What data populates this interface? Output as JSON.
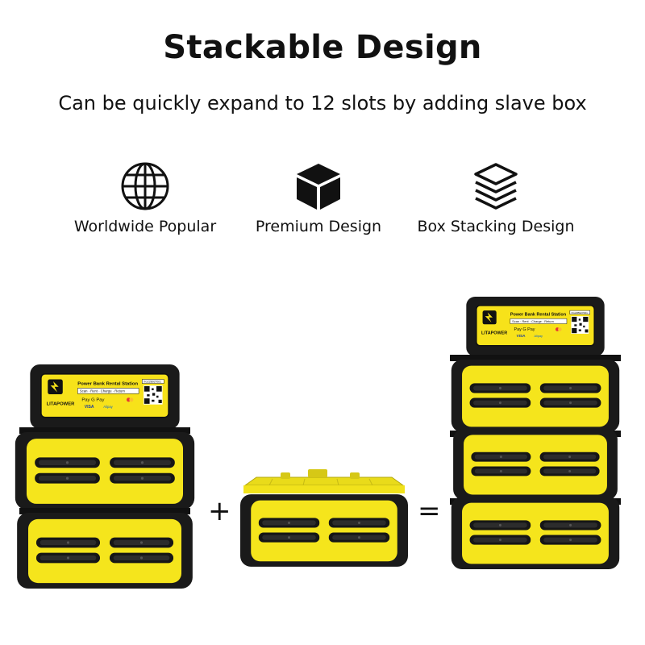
{
  "title": "Stackable Design",
  "subtitle": "Can be quickly expand to 12 slots by adding slave box",
  "features": [
    {
      "icon": "globe-icon",
      "label": "Worldwide Popular"
    },
    {
      "icon": "cube-icon",
      "label": "Premium Design"
    },
    {
      "icon": "layers-icon",
      "label": "Box Stacking Design"
    }
  ],
  "station": {
    "brand": "LITAPOWER",
    "heading": "Power Bank Rental Station",
    "steps": "Scan · Rent · Charge · Return",
    "serial": "XG22B927001",
    "payments": [
      "Pay",
      "G Pay",
      "VISA",
      "Alipay"
    ]
  },
  "operators": {
    "plus": "+",
    "equals": "="
  },
  "colors": {
    "yellow": "#f5e51c",
    "body": "#1a1a1a",
    "screen": "#f7e21a"
  }
}
